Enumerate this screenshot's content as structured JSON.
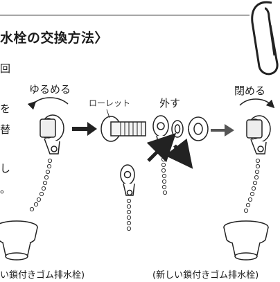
{
  "heading": "水栓の交換方法〉",
  "side_text": [
    "回",
    "を",
    "替",
    "し",
    "。"
  ],
  "labels": {
    "loosen": "ゆるめる",
    "knurl": "ローレット",
    "remove": "外す",
    "close": "閉める"
  },
  "captions": {
    "old": "い鎖付きゴム排水栓)",
    "new": "(新しい鎖付きゴム排水栓)"
  },
  "colors": {
    "ink": "#1a1a1a",
    "arrow": "#222222"
  }
}
